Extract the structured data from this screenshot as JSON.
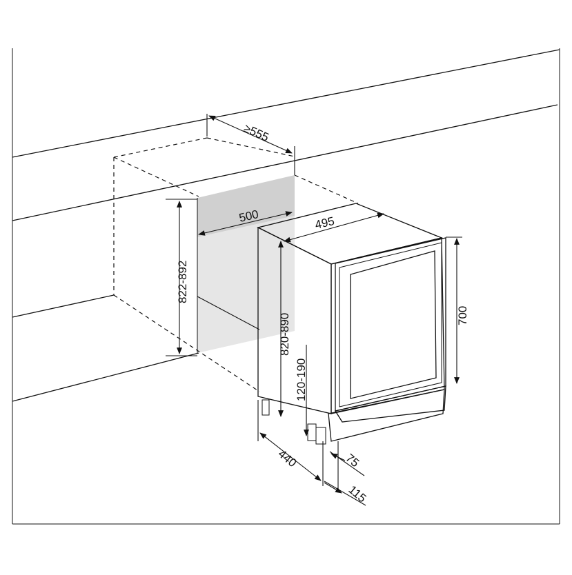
{
  "dimensions": {
    "top_depth": "≥555",
    "niche_width": "500",
    "unit_depth": "495",
    "niche_height": "822-892",
    "unit_height": "820-890",
    "plinth_height": "120-190",
    "door_height": "700",
    "foot_depth": "440",
    "door_offset": "75",
    "front_offset": "115"
  },
  "colors": {
    "line": "#111111",
    "niche_fill": "#e3e3e3",
    "glass_fill": "#b9b9b9"
  }
}
